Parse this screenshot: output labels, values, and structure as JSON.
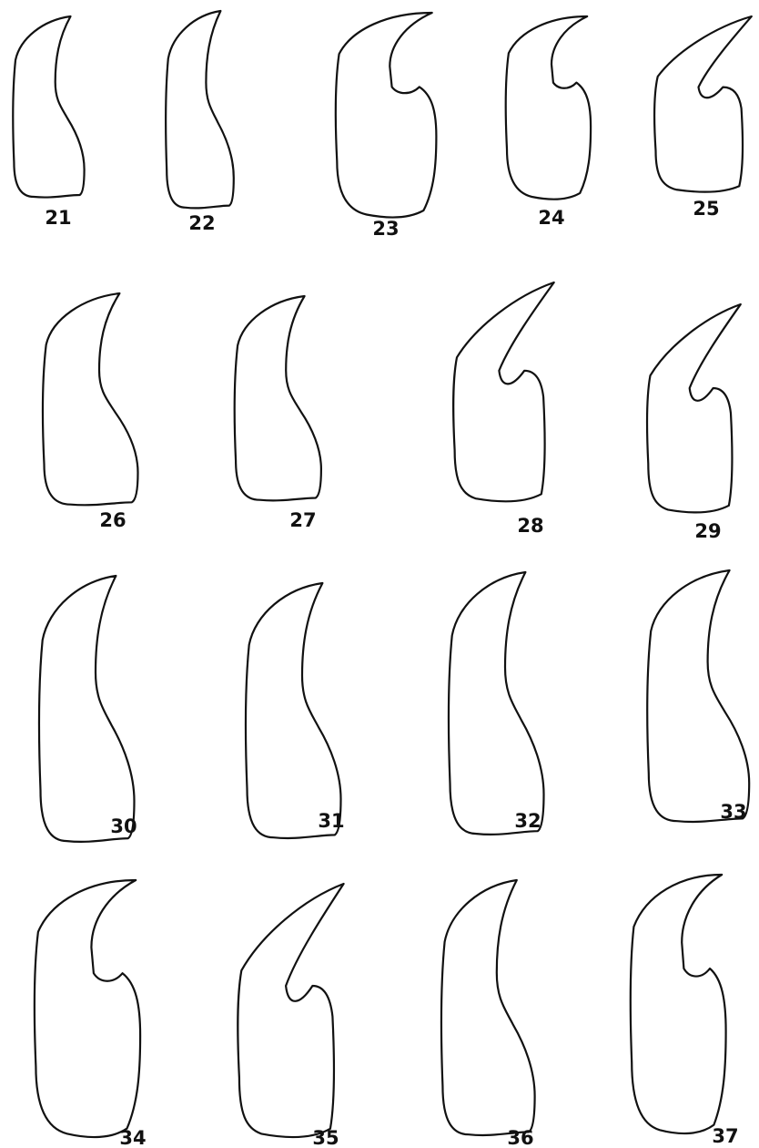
{
  "figures": [
    {
      "label": "21",
      "variant": "shallow"
    },
    {
      "label": "22",
      "variant": "shallow"
    },
    {
      "label": "23",
      "variant": "deep"
    },
    {
      "label": "24",
      "variant": "deep"
    },
    {
      "label": "25",
      "variant": "hook"
    },
    {
      "label": "26",
      "variant": "shallow"
    },
    {
      "label": "27",
      "variant": "shallow"
    },
    {
      "label": "28",
      "variant": "hook"
    },
    {
      "label": "29",
      "variant": "hook"
    },
    {
      "label": "30",
      "variant": "shallow"
    },
    {
      "label": "31",
      "variant": "shallow"
    },
    {
      "label": "32",
      "variant": "shallow"
    },
    {
      "label": "33",
      "variant": "shallow"
    },
    {
      "label": "34",
      "variant": "deep"
    },
    {
      "label": "35",
      "variant": "hook"
    },
    {
      "label": "36",
      "variant": "shallow"
    },
    {
      "label": "37",
      "variant": "deep"
    }
  ]
}
